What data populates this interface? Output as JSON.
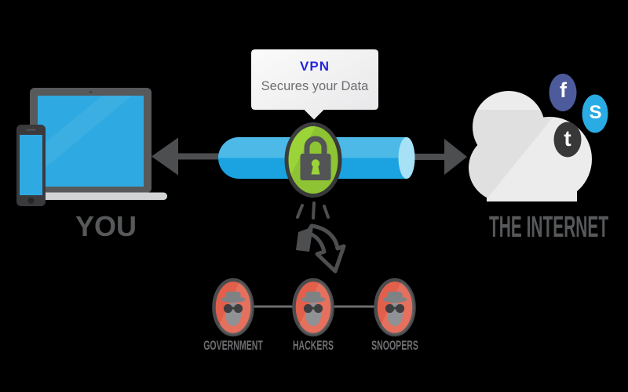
{
  "diagram": {
    "bubble": {
      "title": "VPN",
      "subtitle": "Secures your Data"
    },
    "you": {
      "label": "YOU"
    },
    "internet": {
      "label": "THE INTERNET",
      "social": [
        {
          "name": "facebook",
          "letter": "f",
          "color": "#4d5b9d"
        },
        {
          "name": "skype",
          "letter": "S",
          "color": "#29abe3"
        },
        {
          "name": "twitter",
          "letter": "t",
          "color": "#383839"
        }
      ]
    },
    "threats": [
      {
        "label": "GOVERNMENT"
      },
      {
        "label": "HACKERS"
      },
      {
        "label": "SNOOPERS"
      }
    ],
    "colors": {
      "background": "#000000",
      "tunnel_blue_top": "#4cb9e7",
      "tunnel_blue_bottom": "#1ba2e1",
      "tunnel_cap": "#a6e1f6",
      "screen_blue": "#2fa9e1",
      "lock_green": "#9bd438",
      "padlock_gray": "#535456",
      "threat_red": "#e2604b",
      "device_gray": "#58595b",
      "arrow_gray": "#4d4e50",
      "text_gray": "#6d6e70",
      "vpn_text_blue": "#2525dd",
      "cloud_gray": "#ececed",
      "laptop_base_gray": "#d1d3d4"
    }
  }
}
